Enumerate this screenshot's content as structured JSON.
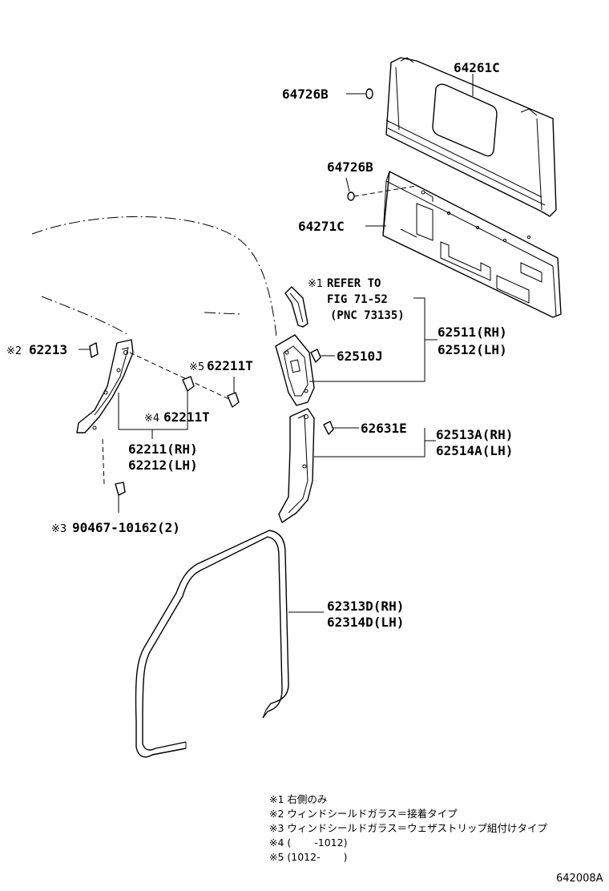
{
  "labels": {
    "p64261c": "64261C",
    "p64726b_top": "64726B",
    "p64726b_mid": "64726B",
    "p64271c": "64271C",
    "ref_mark": "※1",
    "ref_line1": "REFER TO",
    "ref_line2": "FIG 71-52",
    "ref_line3": "(PNC 73135)",
    "p62511": "62511(RH)",
    "p62512": "62512(LH)",
    "p62510j": "62510J",
    "p62213_mark": "※2",
    "p62213": "62213",
    "p62211t_a_mark": "※5",
    "p62211t_a": "62211T",
    "p62211t_b_mark": "※4",
    "p62211t_b": "62211T",
    "p62211": "62211(RH)",
    "p62212": "62212(LH)",
    "p62631e": "62631E",
    "p62513a": "62513A(RH)",
    "p62514a": "62514A(LH)",
    "p90467_mark": "※3",
    "p90467": "90467-10162(2)",
    "p62313d": "62313D(RH)",
    "p62314d": "62314D(LH)"
  },
  "notes": [
    "※1 右側のみ",
    "※2 ウィンドシールドガラス＝接着タイプ",
    "※3 ウィンドシールドガラス＝ウェザストリップ組付けタイプ",
    "※4 (　　 -1012)",
    "※5 (1012-　　 )"
  ],
  "figure_code": "642008A"
}
